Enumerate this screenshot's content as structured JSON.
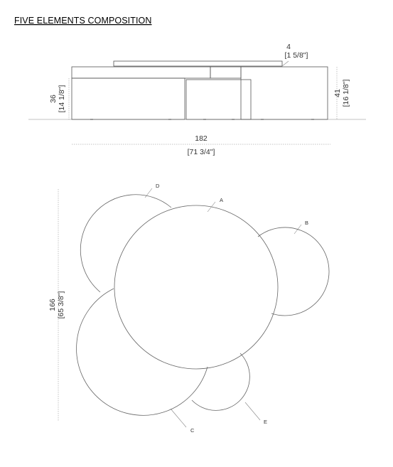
{
  "title": "FIVE ELEMENTS COMPOSITION",
  "elevation": {
    "top_thickness": {
      "cm": "4",
      "in": "[1 5/8\"]"
    },
    "left_height": {
      "cm": "36",
      "in": "[14 1/8\"]"
    },
    "right_height": {
      "cm": "41",
      "in": "[16 1/8\"]"
    },
    "overall_width": {
      "cm": "182",
      "in": "[71 3/4\"]"
    }
  },
  "plan": {
    "overall_depth": {
      "cm": "166",
      "in": "[65 3/8\"]"
    },
    "labels": {
      "A": "A",
      "B": "B",
      "C": "C",
      "D": "D",
      "E": "E"
    }
  }
}
